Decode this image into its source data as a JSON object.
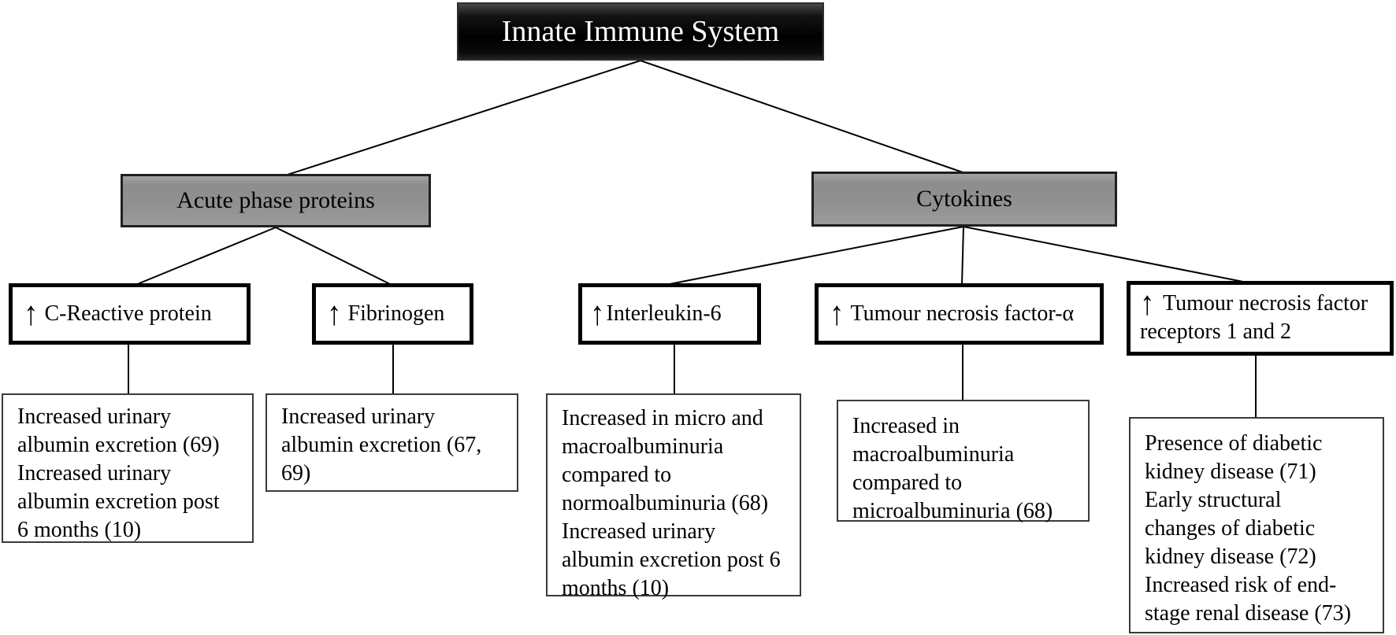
{
  "title": "Innate Immune System",
  "categories": [
    {
      "label": "Acute phase proteins"
    },
    {
      "label": "Cytokines"
    }
  ],
  "markers": [
    {
      "arrow": "↑",
      "label": "C-Reactive protein",
      "findings": [
        "Increased urinary albumin excretion (69)",
        "Increased urinary albumin excretion post 6 months (10)"
      ]
    },
    {
      "arrow": "↑",
      "label": "Fibrinogen",
      "findings": [
        "Increased urinary albumin excretion (67, 69)"
      ]
    },
    {
      "arrow": "↑",
      "label": "Interleukin-6",
      "findings": [
        "Increased in micro and macroalbuminuria compared to normoalbuminuria (68)",
        "Increased urinary albumin excretion post 6 months (10)"
      ]
    },
    {
      "arrow": "↑",
      "label": "Tumour necrosis factor-α",
      "findings": [
        "Increased in macroalbuminuria compared to microalbuminuria (68)"
      ]
    },
    {
      "arrow": "↑",
      "label": "Tumour necrosis factor receptors 1 and 2",
      "findings": [
        "Presence of diabetic kidney disease (71)",
        "Early structural changes of diabetic kidney disease (72)",
        "Increased risk of end-stage renal disease (73)"
      ]
    }
  ],
  "colors": {
    "root_bg": "#000000",
    "root_text": "#ffffff",
    "category_bg": "#919191",
    "box_border": "#000000",
    "line": "#000000"
  }
}
